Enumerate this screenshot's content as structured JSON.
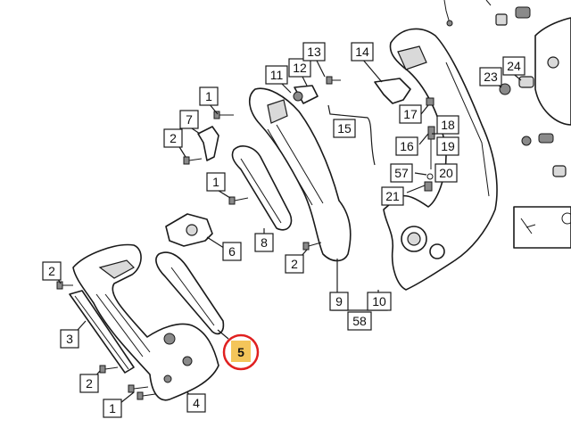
{
  "diagram": {
    "callouts": {
      "c1a": "1",
      "c1b": "1",
      "c1c": "1",
      "c2a": "2",
      "c2b": "2",
      "c2c": "2",
      "c2d": "2",
      "c3": "3",
      "c4": "4",
      "c5": "5",
      "c6": "6",
      "c7": "7",
      "c8": "8",
      "c9": "9",
      "c10": "10",
      "c11": "11",
      "c12": "12",
      "c13": "13",
      "c14": "14",
      "c15": "15",
      "c16": "16",
      "c17": "17",
      "c18": "18",
      "c19": "19",
      "c20": "20",
      "c21": "21",
      "c23": "23",
      "c24": "24",
      "c57": "57",
      "c58": "58"
    },
    "colors": {
      "highlight": "#f4c55a",
      "ring": "#e02020"
    }
  }
}
